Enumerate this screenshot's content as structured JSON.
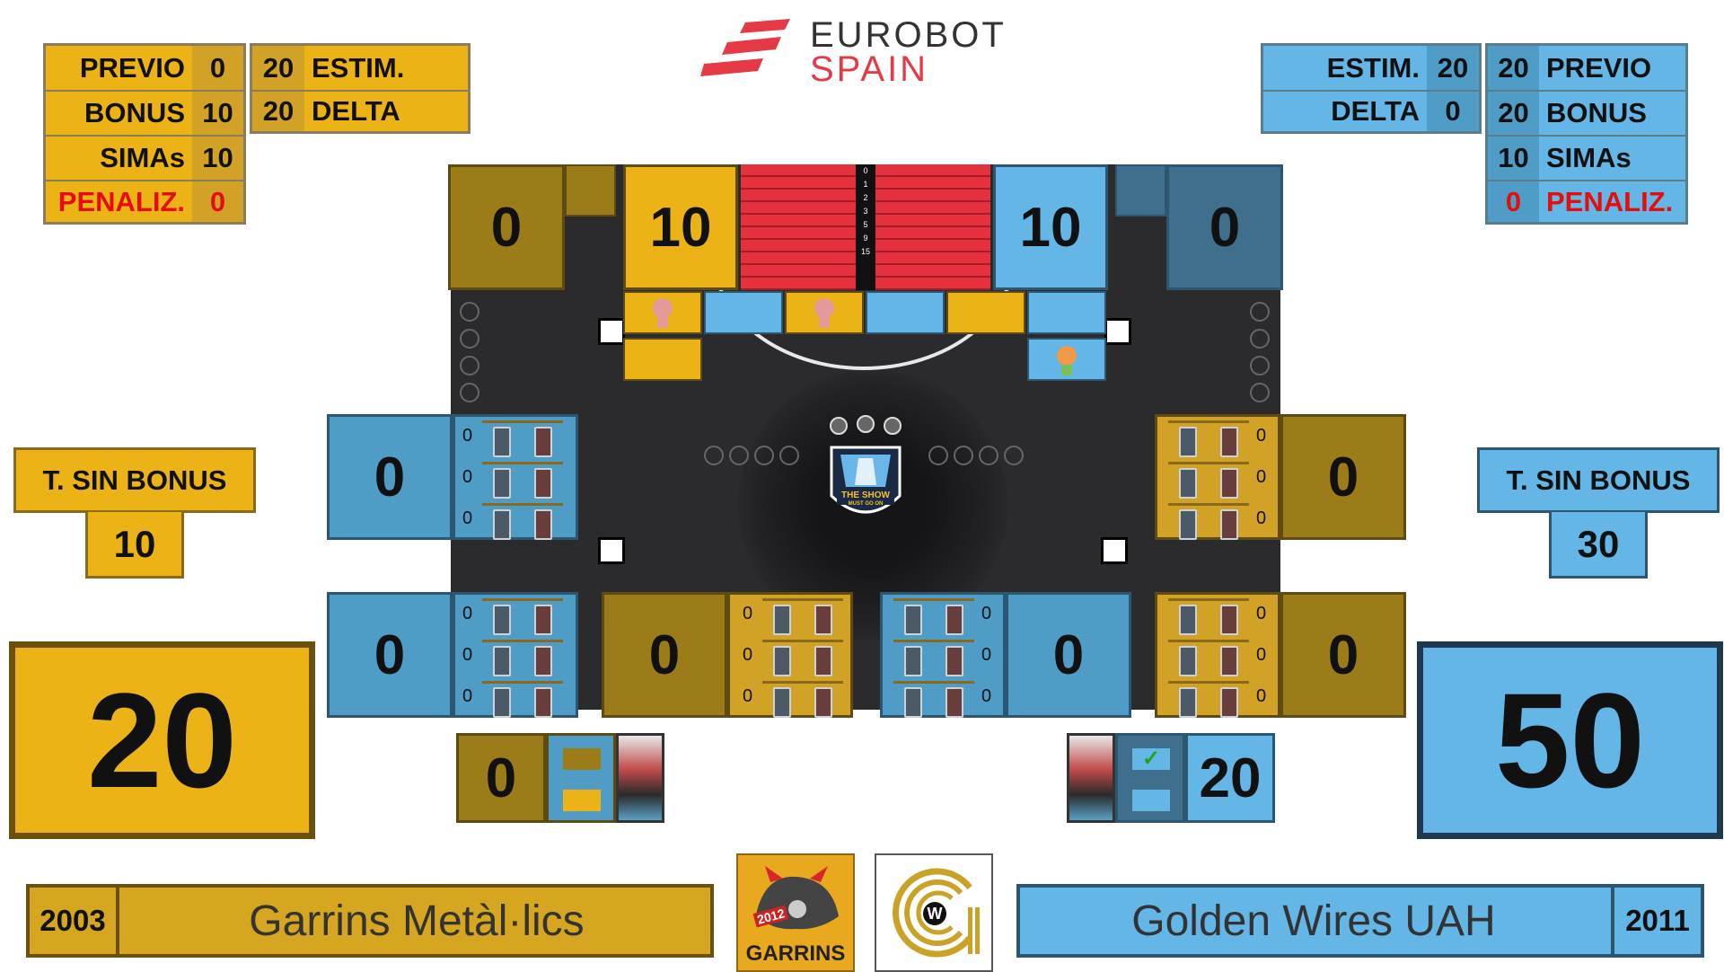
{
  "brand": {
    "line1": "EUROBOT",
    "line2": "SPAIN",
    "accent": "#e63946"
  },
  "yellow_stats": [
    {
      "label": "PREVIO",
      "value": "0"
    },
    {
      "label": "BONUS",
      "value": "10"
    },
    {
      "label": "SIMAs",
      "value": "10"
    },
    {
      "label": "PENALIZ.",
      "value": "0"
    }
  ],
  "yellow_est": [
    {
      "value": "20",
      "label": "ESTIM."
    },
    {
      "value": "20",
      "label": "DELTA"
    }
  ],
  "blue_est": [
    {
      "label": "ESTIM.",
      "value": "20"
    },
    {
      "label": "DELTA",
      "value": "0"
    }
  ],
  "blue_stats": [
    {
      "value": "20",
      "label": "PREVIO"
    },
    {
      "value": "20",
      "label": "BONUS"
    },
    {
      "value": "10",
      "label": "SIMAs"
    },
    {
      "value": "0",
      "label": "PENALIZ."
    }
  ],
  "yellow_bonus": {
    "label": "T. SIN BONUS",
    "value": "10"
  },
  "blue_bonus": {
    "label": "T. SIN BONUS",
    "value": "30"
  },
  "yellow_total": "20",
  "blue_total": "50",
  "top_zone": {
    "yellow_left": "0",
    "yellow_score": "10",
    "blue_score": "10",
    "blue_right": "0"
  },
  "ladder": [
    "0",
    "1",
    "2",
    "3",
    "5",
    "9",
    "15"
  ],
  "zones": {
    "blue_left_upper": "0",
    "yellow_right_upper": "0",
    "blue_left_lower": "0",
    "yellow_center_lower": "0",
    "blue_center_lower": "0",
    "yellow_right_lower": "0"
  },
  "rack_counts": {
    "a": "0",
    "b": "0",
    "c": "0"
  },
  "yellow_robot_score": "0",
  "blue_robot_score": "20",
  "blue_check": "✓",
  "center_logo": {
    "line1": "THE SHOW",
    "line2": "MUST GO ON"
  },
  "yellow_team": {
    "year": "2003",
    "name": "Garrins Metàl·lics",
    "logo_year": "2012",
    "logo_text": "GARRINS"
  },
  "blue_team": {
    "year": "2011",
    "name": "Golden Wires UAH",
    "logo_letter": "W"
  },
  "colors": {
    "yellow": "#ecb316",
    "blue": "#63b6e5",
    "field": "#2b2b2e"
  }
}
